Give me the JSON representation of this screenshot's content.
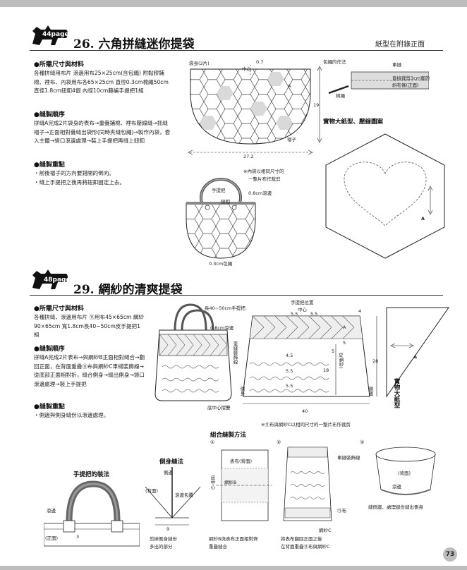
{
  "section1": {
    "badge": "44page",
    "title": "26. 六角拼縫迷你提袋",
    "subtitle": "紙型在附錄正面",
    "materials_heading": "●所需尺寸與材料",
    "materials_text": "各種拼縫用布片 滾邊用布25×25cm(含包繩) 附黏膠鋪棉、裡布、內袋用布各65×25cm 直徑0.3cm棉繩50cm 直徑1.8cm鈕釦4個 內徑10cm藤編手提把1組",
    "steps_heading": "●縫製順序",
    "steps_text": "拼縫A完成2片袋身的表布→重疊鋪棉、裡布壓線縫→抓縫褶子→正面相對疊縫出袋形(同時夾縫包繩)→製作內袋，套入主體→袋口滾邊處理→裝上手提把再縫上鈕釦",
    "points_heading": "●縫製重點",
    "points": [
      "・前後褶子的方向要錯開的倒向。",
      "・縫上手提把之後再將鈕釦固定上去。"
    ],
    "diagram": {
      "body_label": "袋身(2片)",
      "center": "中心",
      "dim_07": "0.7",
      "dim_19": "19",
      "dim_272": "27.2",
      "pleat": "褶子",
      "A": "A",
      "lining_note_1": "※內袋以相同尺寸的",
      "lining_note_2": "一整片布作裁剪",
      "handle": "手提把",
      "button": "鈕釦",
      "binding08": "0.8cm滾邊",
      "piping03": "0.3cm包繩",
      "piping_method": "包繩的作法",
      "machine_sew": "車縫",
      "bias_tape_1": "直接裁剪3cm寬的",
      "bias_tape_2": "斜布條(正面)",
      "cord": "棉繩",
      "pattern_title": "實物大紙型、壓線圖案",
      "pattern_A": "A"
    }
  },
  "section2": {
    "badge": "48page",
    "title": "29. 網紗的清爽提袋",
    "materials_heading": "●所需尺寸與材料",
    "materials_text": "各種拼縫、滾邊用布片 ⑪用布45×65cm 網紗90×65cm 寬1.8cm長40~50cm皮手提把1組",
    "steps_heading": "●縫製順序",
    "steps_text": "拼縫A完成2片表布→與網紗B正面相對縫合→翻回正面，在背面重疊⑪布與網紗C車縫裝飾線→從底部正面相對折，縫合側身→縫出側身→袋口滾邊處理→裝上手提把",
    "points_heading": "●縫製重點",
    "points": [
      "・側邊與側身縫份以滾邊處理。"
    ],
    "diagram": {
      "handle_len": "長40~50cm手提把",
      "binding08": "0.8cm滾邊",
      "deco_stitch": "車縫裝飾線",
      "handle_pos": "手提把位置",
      "center": "中心",
      "d55a": "5.5",
      "d55b": "5.5",
      "d4": "4",
      "A": "A",
      "B_net": "B(網紗)",
      "d5a": "5",
      "d5b": "5",
      "d45": "4.5",
      "d55c": "5.5",
      "d55d": "5.5",
      "d18": "18",
      "d28": "28",
      "d40": "40",
      "side_gusset": "側身",
      "side_binding": "側邊",
      "bottom_center": "底中心摺雙",
      "note": "※⑪布與網紗C以相同尺寸的一整片布作裁剪",
      "pattern_label": "實物大紙型",
      "pattern_A": "A"
    },
    "assembly": {
      "heading": "組合縫製方法",
      "s1": "①",
      "s2": "②",
      "s3": "③",
      "outer_back": "表布(背面)",
      "net_B": "網紗B",
      "bottom_center": "底中心",
      "cap1_1": "網紗B與表布正面相對齊",
      "cap1_2": "重疊縫合",
      "deco": "車縫裝飾線",
      "fabric11": "⑪布",
      "net_C": "網紗C",
      "cap2_1": "將表布翻回正面之後",
      "cap2_2": "在背面重疊⑪布與網紗C",
      "back": "(背面)",
      "binding": "滾邊",
      "cap3": "縫側邊、處理縫份縫出側身"
    },
    "handle_method": {
      "title": "手提把的裝法",
      "binding": "滾邊",
      "front": "(正面)",
      "d3": "3"
    },
    "gusset_method": {
      "title": "側身縫法",
      "side": "側邊",
      "back": "(背面)",
      "wrap": "滾邊包覆",
      "d9": "9",
      "cap1": "剪掉側身縫份",
      "cap2": "多出的部分"
    }
  },
  "page_number": "73"
}
